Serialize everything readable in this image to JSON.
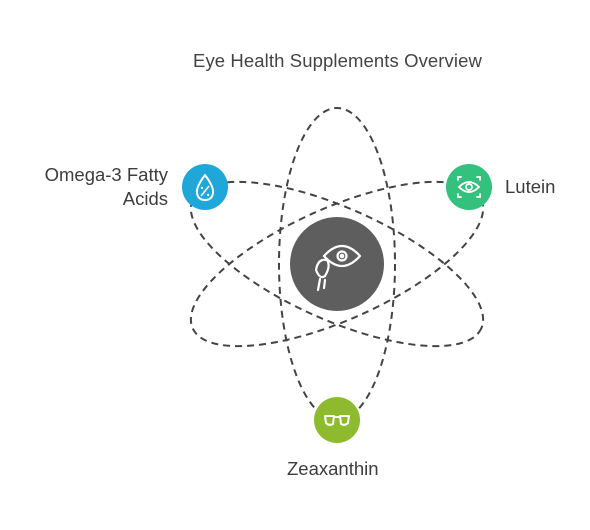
{
  "title": "Eye Health Supplements Overview",
  "center": {
    "icon": "eye-and-eye-drop-icon",
    "color": "#5e5e5e"
  },
  "nodes": [
    {
      "label_line1": "Omega-3 Fatty",
      "label_line2": "Acids",
      "icon": "drop-percent-icon",
      "color": "#1ea7d8"
    },
    {
      "label": "Lutein",
      "icon": "eye-scan-icon",
      "color": "#34c07d"
    },
    {
      "label": "Zeaxanthin",
      "icon": "sunglasses-icon",
      "color": "#8dbb2d"
    }
  ],
  "orbit_color": "#444444"
}
